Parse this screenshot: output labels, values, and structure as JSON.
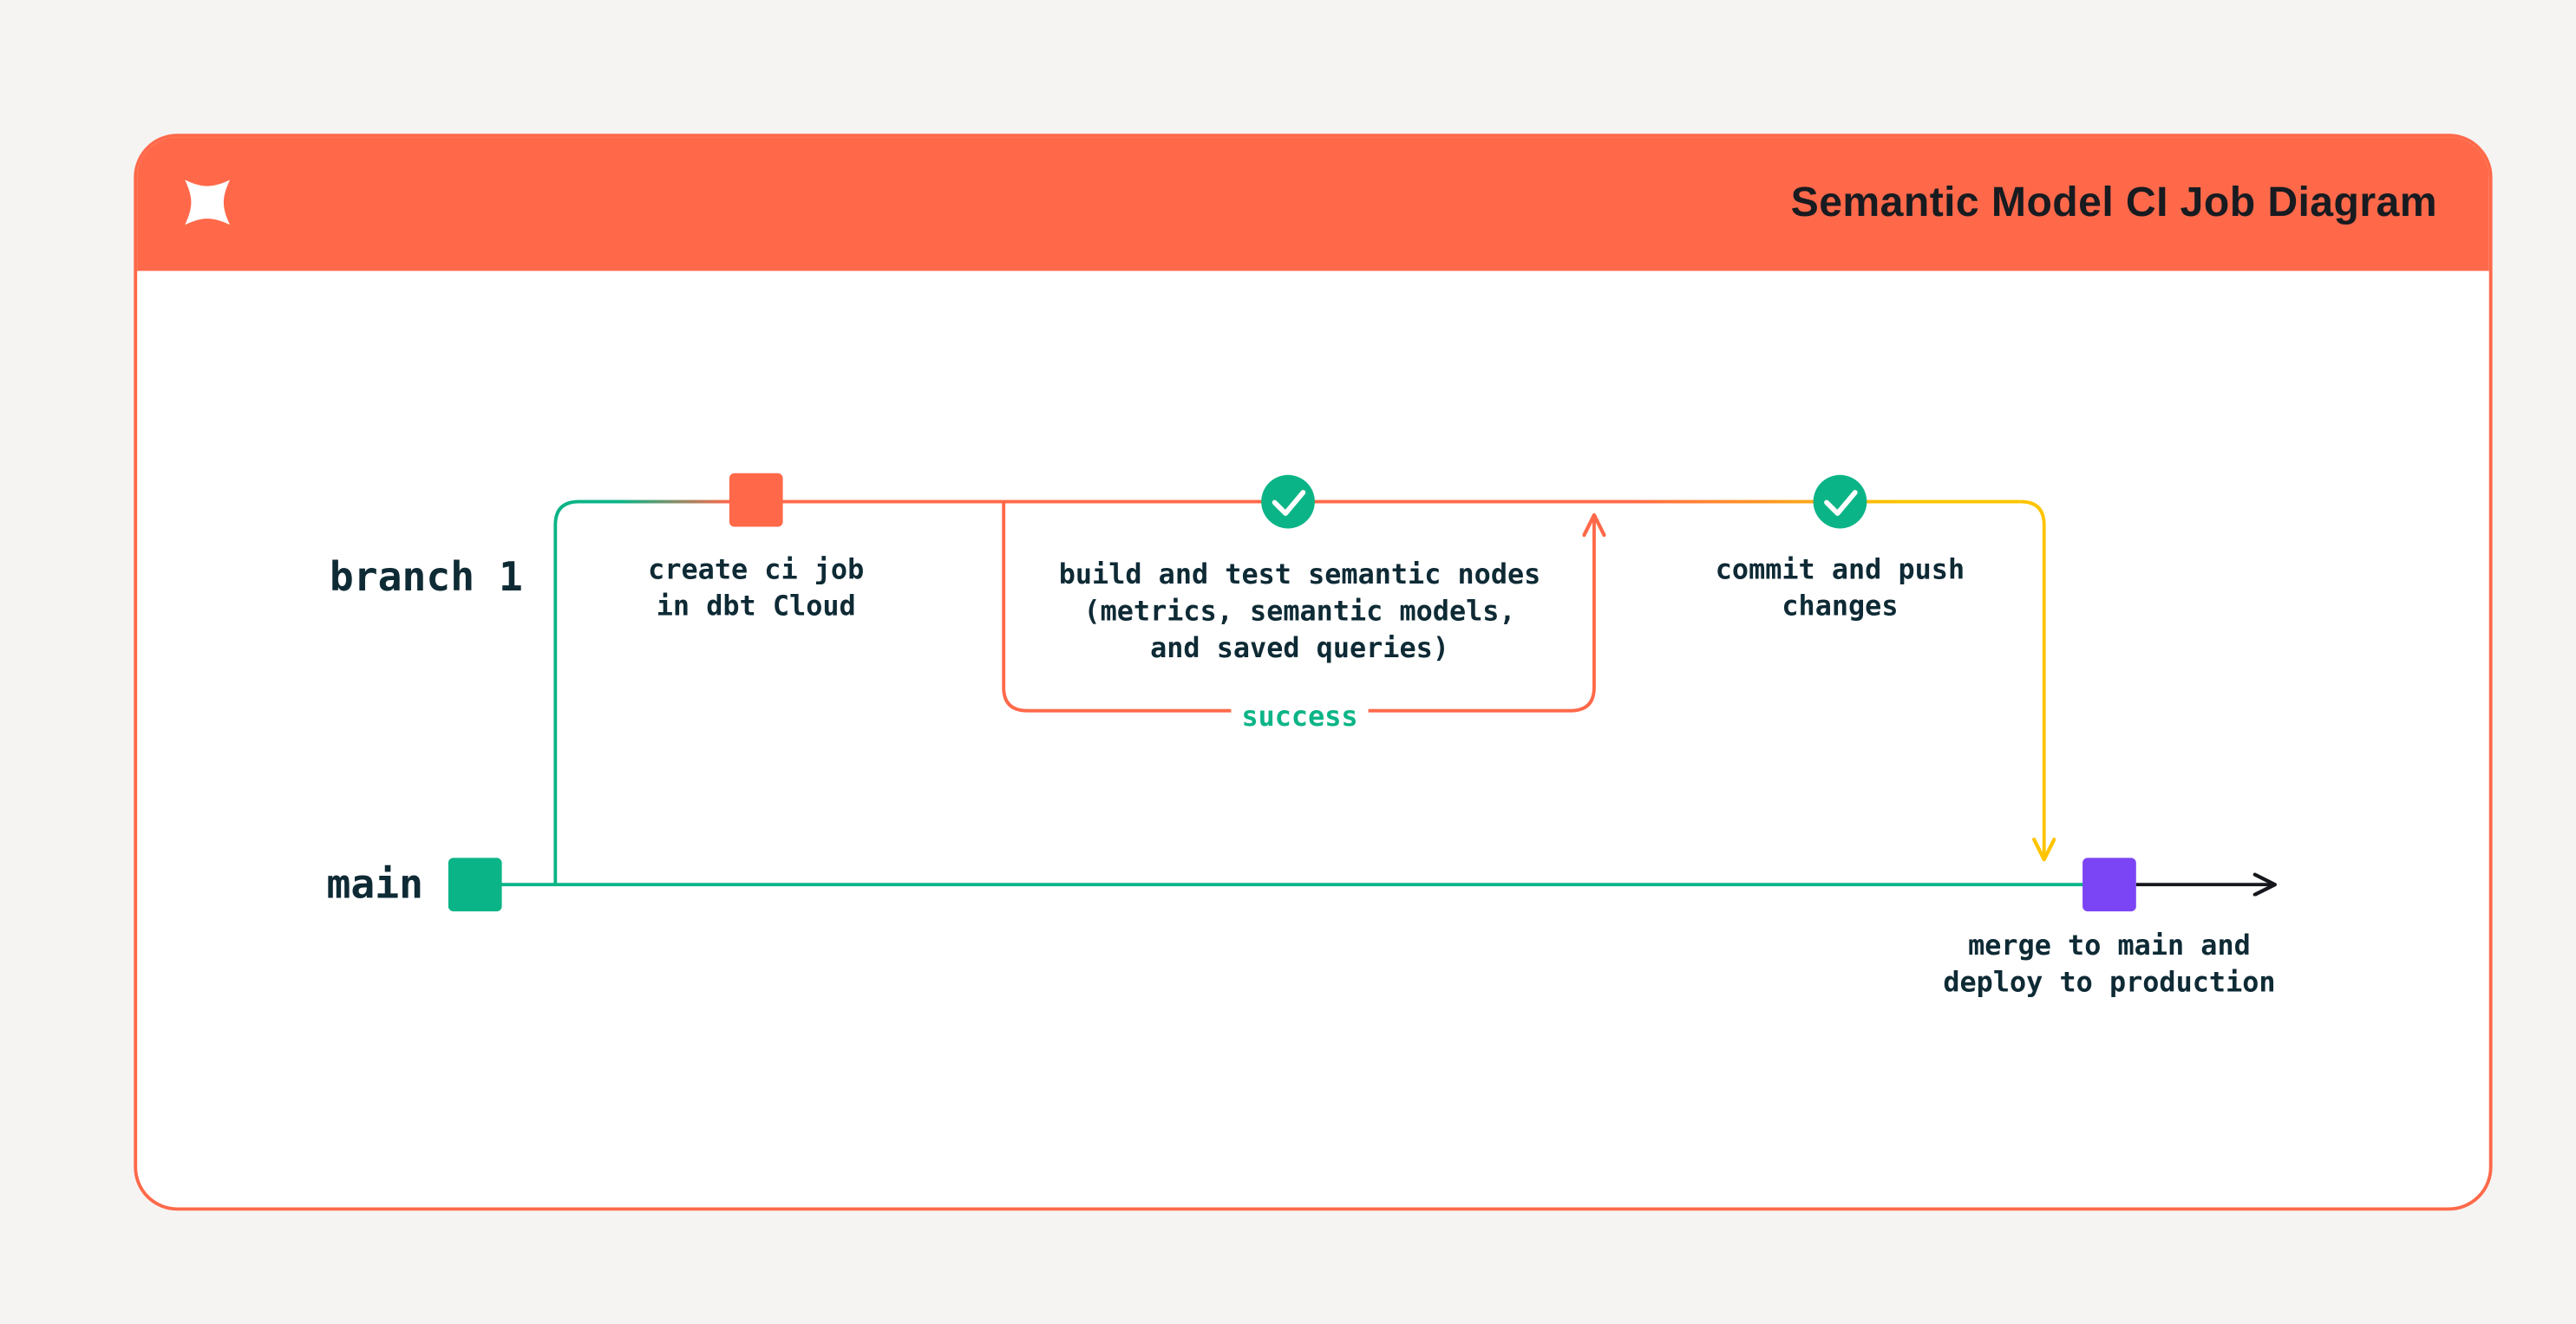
{
  "page": {
    "background": "#F5F4F2"
  },
  "header": {
    "title": "Semantic Model CI Job Diagram",
    "background": "#FF694A",
    "logo": "dbt-logo"
  },
  "diagram": {
    "branch_label": "branch 1",
    "main_label": "main",
    "labels": {
      "create_ci": "create ci job\nin dbt Cloud",
      "build_test": "build and test semantic nodes\n(metrics, semantic models,\nand saved queries)",
      "commit_push": "commit and push\nchanges",
      "merge": "merge to main and\ndeploy to production",
      "success": "success"
    },
    "node_icons": [
      "commit-square-orange",
      "check-circle-green",
      "check-circle-green",
      "commit-square-purple"
    ],
    "colors": {
      "orange": "#FF694A",
      "green": "#0BB486",
      "yellow": "#FFC400",
      "purple": "#7B45F5",
      "black": "#16181D",
      "text": "#0E2A35"
    }
  }
}
